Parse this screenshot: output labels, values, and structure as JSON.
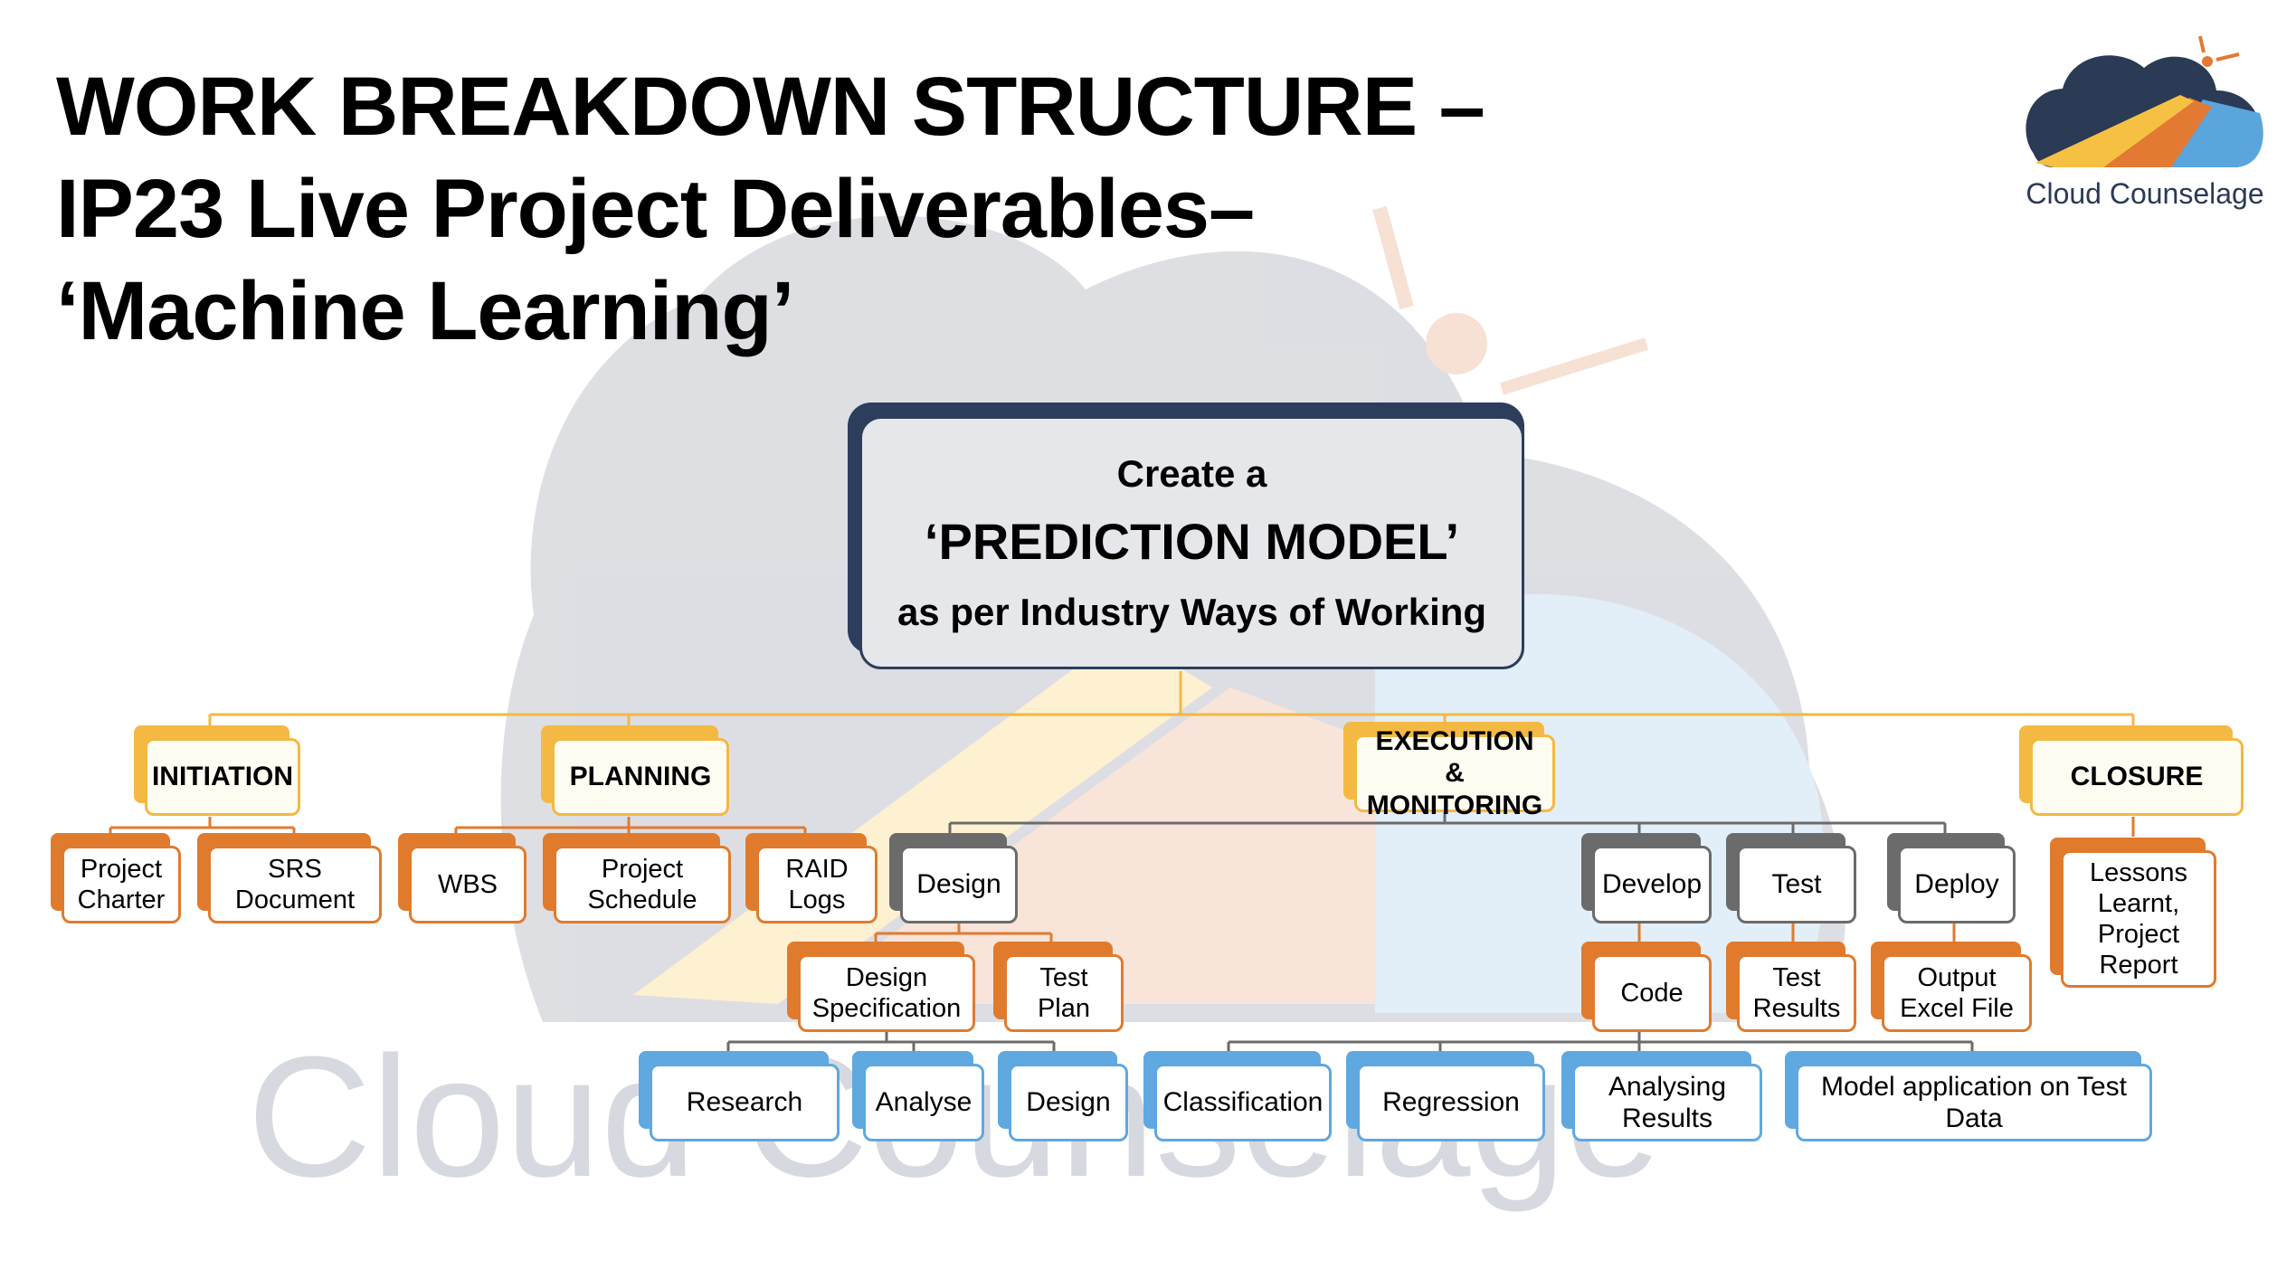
{
  "title": {
    "line1": "WORK BREAKDOWN STRUCTURE –",
    "line2": "IP23 Live Project Deliverables–",
    "line3": "‘Machine Learning’"
  },
  "logo": {
    "icon": "cloud-sun-icon",
    "text": "Cloud Counselage"
  },
  "watermark": {
    "text": "Cloud Counselage"
  },
  "root": {
    "line1": "Create a",
    "line2": "‘PREDICTION MODEL’",
    "line3": "as per Industry Ways of Working"
  },
  "phases": {
    "initiation": "INITIATION",
    "planning": "PLANNING",
    "execution": "EXECUTION & MONITORING",
    "closure": "CLOSURE"
  },
  "deliverables": {
    "project_charter": "Project Charter",
    "srs_document": "SRS Document",
    "wbs": "WBS",
    "project_schedule": "Project Schedule",
    "raid_logs": "RAID Logs",
    "design": "Design",
    "design_specification": "Design Specification",
    "test_plan": "Test Plan",
    "research": "Research",
    "analyse": "Analyse",
    "design_sub": "Design",
    "develop": "Develop",
    "code": "Code",
    "classification": "Classification",
    "regression": "Regression",
    "analysing_results": "Analysing Results",
    "test": "Test",
    "test_results": "Test Results",
    "model_application": "Model application on Test Data",
    "deploy": "Deploy",
    "output_excel": "Output Excel File",
    "lessons_learnt": "Lessons Learnt, Project Report"
  },
  "colors": {
    "phase": "#f4b942",
    "work_package": "#e07b2e",
    "execution_stream": "#6b6b6b",
    "task": "#5fa8e0",
    "root_border": "#2c3e5c"
  }
}
